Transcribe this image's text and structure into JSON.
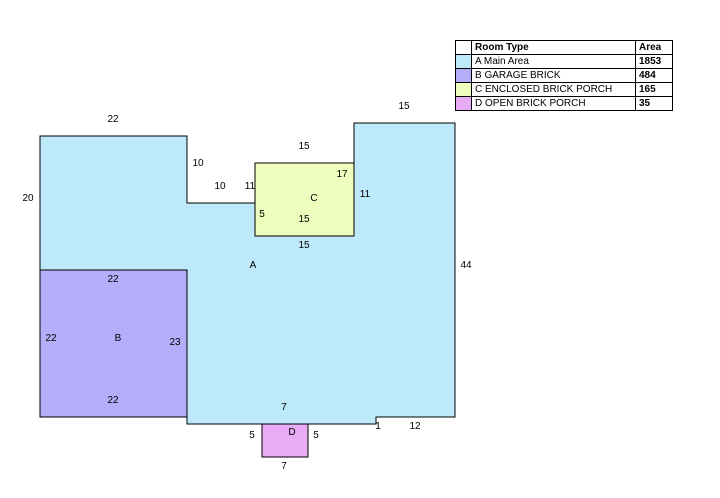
{
  "legend": {
    "header_room": "Room Type",
    "header_area": "Area",
    "rows": [
      {
        "label": "A Main Area",
        "area": "1853",
        "color": "#bde9fb"
      },
      {
        "label": "B GARAGE BRICK",
        "area": "484",
        "color": "#b4adf9"
      },
      {
        "label": "C ENCLOSED BRICK PORCH",
        "area": "165",
        "color": "#eefdbd"
      },
      {
        "label": "D OPEN BRICK PORCH",
        "area": "35",
        "color": "#e8acf6"
      }
    ]
  },
  "rooms": {
    "A": {
      "label": "A",
      "color": "#bde9fb"
    },
    "B": {
      "label": "B",
      "color": "#b4adf9"
    },
    "C": {
      "label": "C",
      "color": "#eefdbd"
    },
    "D": {
      "label": "D",
      "color": "#e8acf6"
    }
  },
  "dimensions": {
    "main_top_left": "22",
    "main_left": "20",
    "main_step_down": "10",
    "main_step_across": "10",
    "main_top_right": "15",
    "main_right": "44",
    "main_bottom_right": "12",
    "main_bottom_jog": "1",
    "main_bottom_mid": "7",
    "garage_top": "22",
    "garage_left": "22",
    "garage_right": "23",
    "garage_bottom": "22",
    "porch_c_top": "15",
    "porch_c_left_top": "11",
    "porch_c_left": "5",
    "porch_c_inner_right": "17",
    "porch_c_right": "11",
    "porch_c_inner_bottom": "15",
    "porch_c_bottom": "15",
    "porch_d_left": "5",
    "porch_d_right": "5",
    "porch_d_bottom": "7"
  }
}
